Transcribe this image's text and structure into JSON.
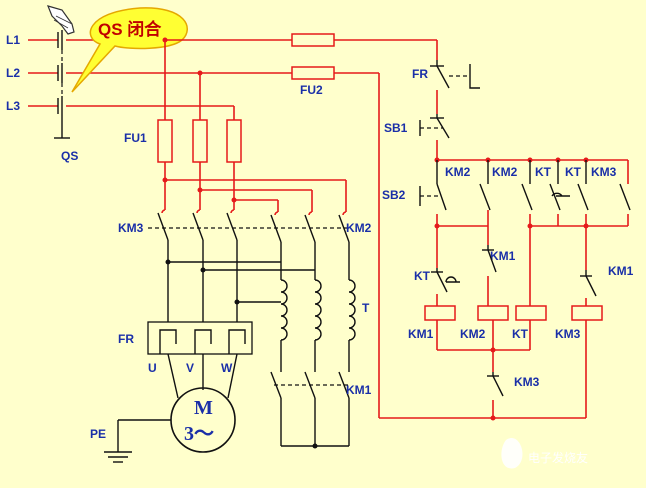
{
  "callout": {
    "text": "QS 闭合"
  },
  "lines": {
    "l1": "L1",
    "l2": "L2",
    "l3": "L3"
  },
  "switches": {
    "qs": "QS"
  },
  "fuses": {
    "fu1": "FU1",
    "fu2": "FU2"
  },
  "contactors": {
    "km3_main": "KM3",
    "km2_main": "KM2",
    "km1_main": "KM1"
  },
  "transformer": {
    "t": "T"
  },
  "overload": {
    "fr_main": "FR",
    "u": "U",
    "v": "V",
    "w": "W"
  },
  "motor": {
    "m": "M",
    "three_phase": "3～"
  },
  "ground": {
    "pe": "PE"
  },
  "control": {
    "fr": "FR",
    "sb1": "SB1",
    "sb2": "SB2",
    "km2_a": "KM2",
    "km2_b": "KM2",
    "kt_a": "KT",
    "kt_b": "KT",
    "km3_a": "KM3",
    "km1_aux": "KM1",
    "kt_contact": "KT",
    "km1_right": "KM1",
    "coil_km1": "KM1",
    "coil_km2": "KM2",
    "coil_kt": "KT",
    "coil_km3": "KM3",
    "km3_bottom": "KM3"
  },
  "watermark": "电子发烧友"
}
